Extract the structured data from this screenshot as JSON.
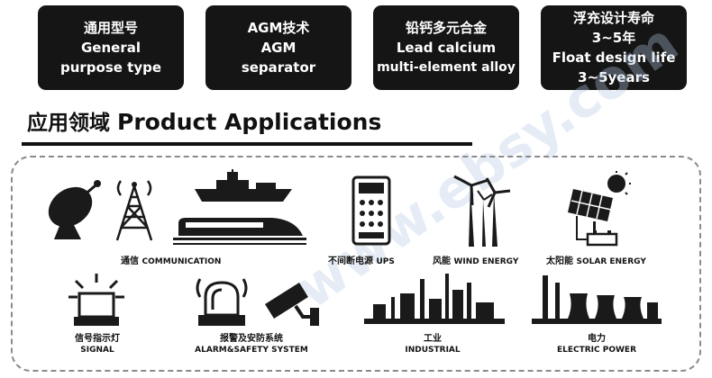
{
  "features": [
    {
      "lines": [
        "通用型号",
        "General",
        "purpose type"
      ]
    },
    {
      "lines": [
        "AGM技术",
        "AGM",
        "separator"
      ]
    },
    {
      "lines": [
        "铅钙多元合金",
        "Lead calcium",
        "multi-element alloy"
      ]
    },
    {
      "lines": [
        "浮充设计寿命",
        "3~5年",
        "Float design life",
        "3~5years"
      ]
    }
  ],
  "heading": {
    "cn": "应用领域",
    "en": "Product Applications"
  },
  "watermark": "www.ebsy.com",
  "applications": {
    "communication": {
      "cn": "通信",
      "en": "COMMUNICATION"
    },
    "ups": {
      "cn": "不间断电源",
      "en": "UPS"
    },
    "wind": {
      "cn": "风能",
      "en": "WIND ENERGY"
    },
    "solar": {
      "cn": "太阳能",
      "en": "SOLAR ENERGY"
    },
    "signal": {
      "cn": "信号指示灯",
      "en": "SIGNAL"
    },
    "alarm": {
      "cn": "报警及安防系统",
      "en": "ALARM&SAFETY SYSTEM"
    },
    "industrial": {
      "cn": "工业",
      "en": "INDUSTRIAL"
    },
    "power": {
      "cn": "电力",
      "en": "ELECTRIC POWER"
    }
  },
  "icons": [
    "satellite-dish-icon",
    "radio-tower-icon",
    "ship-icon",
    "train-icon",
    "ups-icon",
    "wind-turbine-icon",
    "solar-panel-icon",
    "signal-light-icon",
    "alarm-light-icon",
    "security-camera-icon",
    "factory-icon",
    "power-plant-icon"
  ]
}
